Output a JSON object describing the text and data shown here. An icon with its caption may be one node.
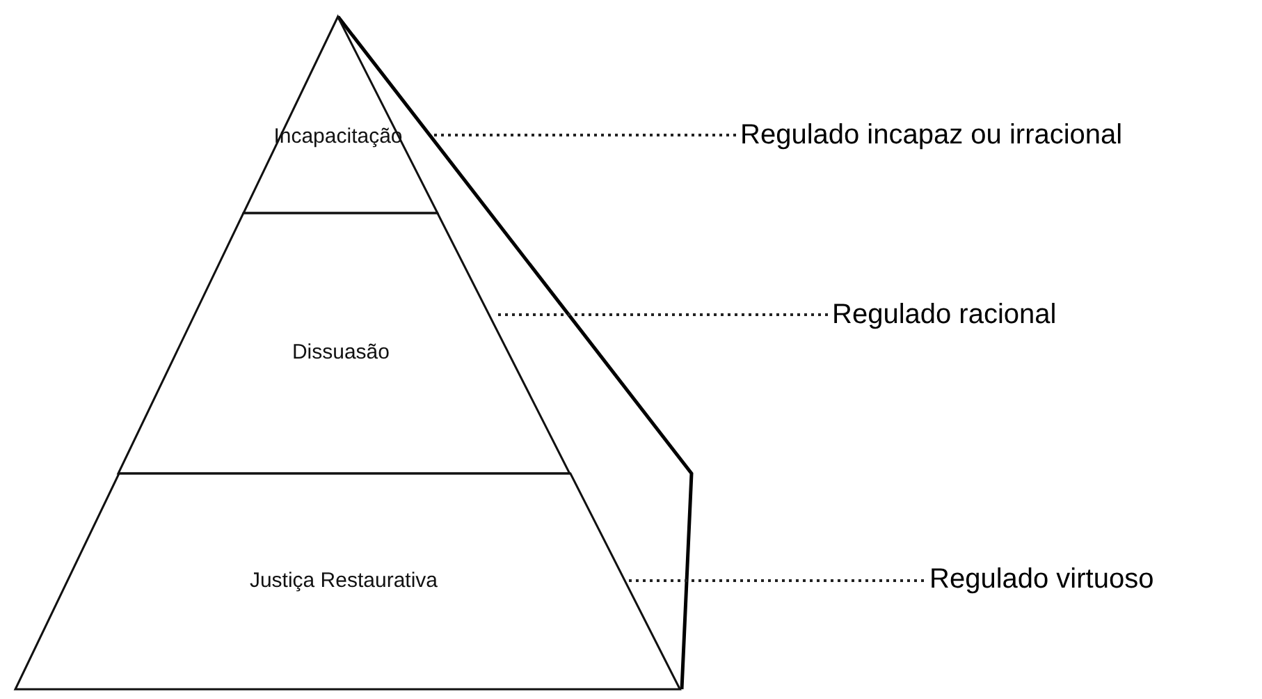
{
  "diagram": {
    "nodes": [
      {
        "text": [
          "Incapacitação"
        ]
      },
      {
        "text": [
          "Dissuasão"
        ]
      },
      {
        "text": [
          "Justiça Restaurativa"
        ]
      },
      {
        "text": [
          "Regulado incapaz ou irracional"
        ]
      },
      {
        "text": [
          "Regulado racional"
        ]
      },
      {
        "text": [
          "Regulado virtuoso"
        ]
      }
    ],
    "edges": [
      {
        "from": 0,
        "to": 3,
        "arrow": "none",
        "style": "dashed"
      },
      {
        "from": 1,
        "to": 4,
        "arrow": "none",
        "style": "dashed"
      },
      {
        "from": 2,
        "to": 5,
        "arrow": "none",
        "style": "dashed"
      }
    ]
  }
}
